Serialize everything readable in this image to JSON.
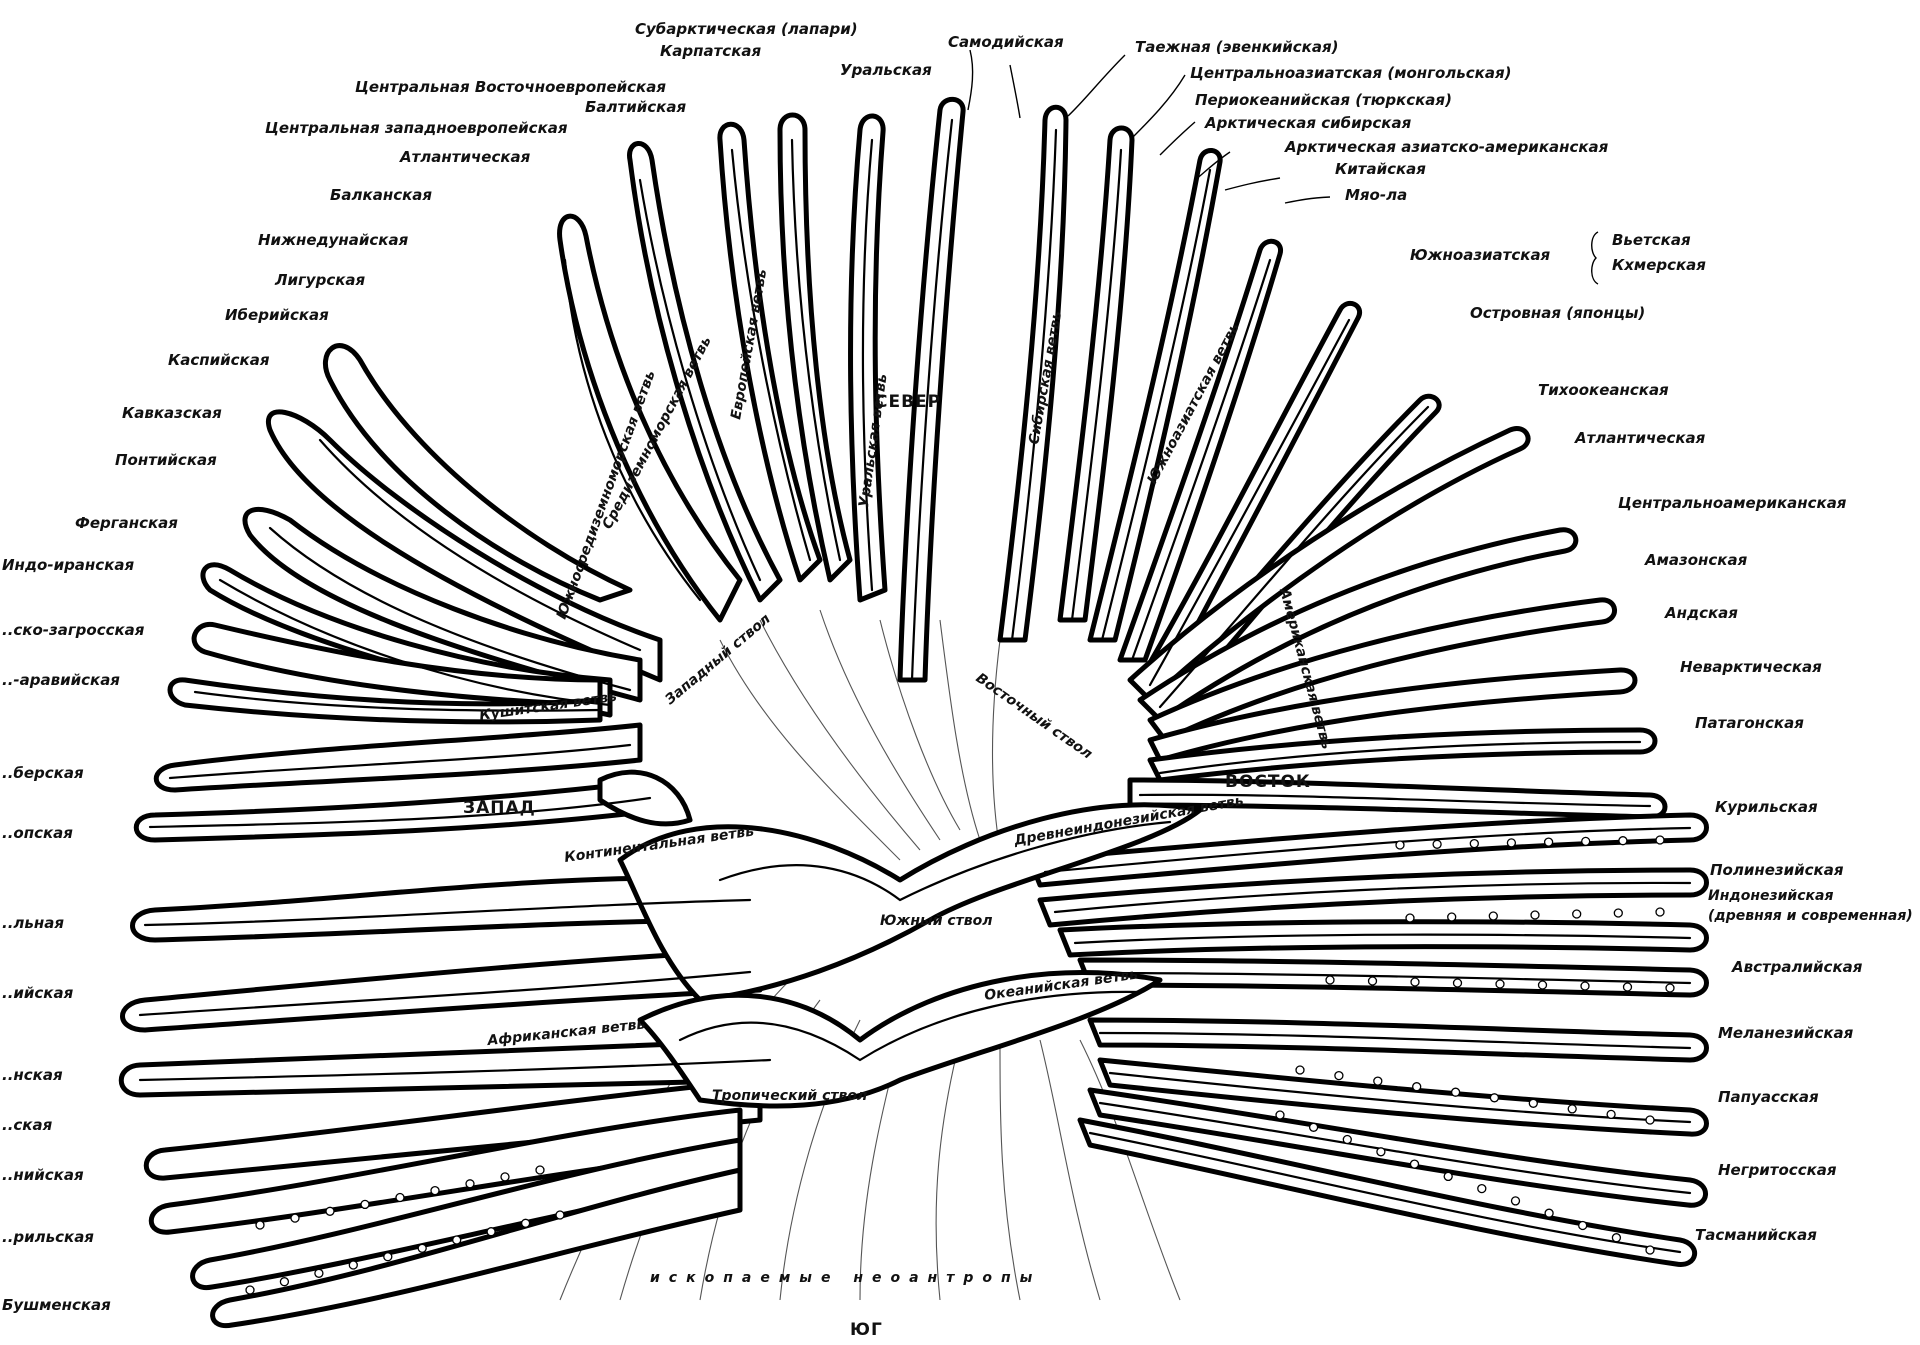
{
  "directions": {
    "north": "СЕВЕР",
    "west": "ЗАПАД",
    "east": "ВОСТОК",
    "south": "ЮГ"
  },
  "trunks": {
    "western": "Западный ствол",
    "eastern": "Восточный ствол",
    "southern": "Южный ствол",
    "tropical": "Тропический ствол",
    "fossil": "ископаемые неоантропы"
  },
  "branches": {
    "european": "Европейская ветвь",
    "uralic": "Уральская ветвь",
    "siberian": "Сибирская ветвь",
    "south_asian": "Южноазиатская ветвь",
    "mediterranean": "Средиземноморская ветвь",
    "south_mediterranean": "Южносредиземноморская ветвь",
    "american": "Американская ветвь",
    "cushitic": "Кушитская ветвь",
    "continental": "Континентальная ветвь",
    "ancient_indonesian": "Древнеиндонезийская ветвь",
    "african": "Африканская ветвь",
    "oceanic": "Океанийская ветвь"
  },
  "labels_top": [
    "Субарктическая (лапари)",
    "Карпатская",
    "Уральская",
    "Самодийская",
    "Таежная (эвенкийская)",
    "Центральноазиатская (монгольская)",
    "Центральная Восточноевропейская",
    "Балтийская",
    "Центральная западноевропейская",
    "Атлантическая"
  ],
  "labels_left": [
    "Балканская",
    "Нижнедунайская",
    "Лигурская",
    "Иберийская",
    "Каспийская",
    "Кавказская",
    "Понтийская",
    "Ферганская",
    "Индо-иранская",
    "..ско-загросская",
    "..-аравийская",
    "..берская",
    "..опская",
    "..льная",
    "..ийская",
    "..нская",
    "..ская",
    "..нийская",
    "..рильская",
    "Бушменская"
  ],
  "labels_right": [
    "Арктическая сибирская",
    "Арктическая азиатско-американская",
    "Китайская",
    "Мяо-ла",
    "Южноазиатская",
    "Вьетская",
    "Кхмерская",
    "Островная (японцы)",
    "Тихоокеанская",
    "Атлантическая",
    "Центральноамериканская",
    "Амазонская",
    "Андская",
    "Неварктическая",
    "Патагонская",
    "Курильская",
    "Полинезийская",
    "Индонезийская",
    "(древняя и современная)",
    "Австралийская",
    "Меланезийская",
    "Папуасская",
    "Негритосская",
    "Тасманийская",
    "Периокеанийская (тюркская)"
  ]
}
